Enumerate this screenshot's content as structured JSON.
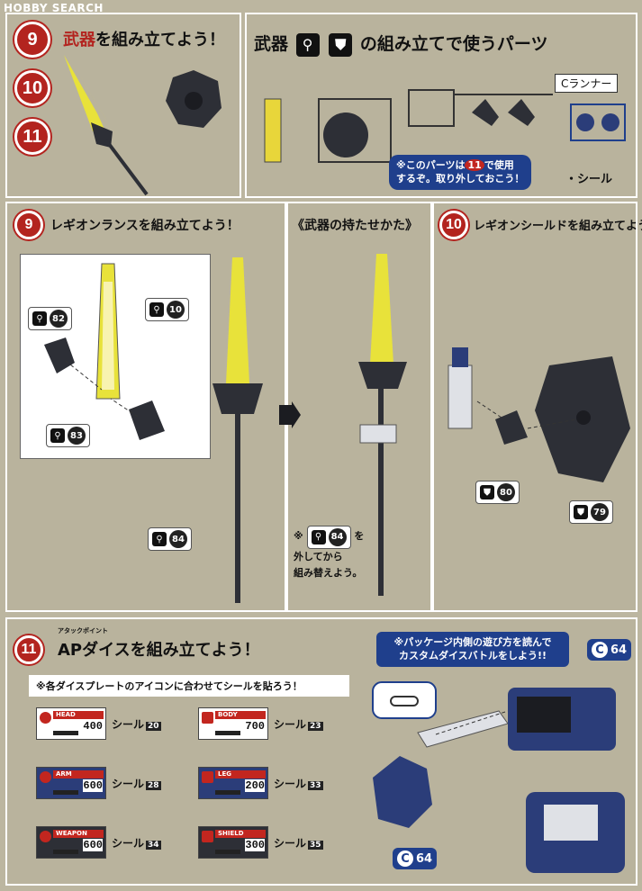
{
  "watermark": "HOBBY SEARCH",
  "top_panel": {
    "steps": [
      "9",
      "10",
      "11"
    ],
    "title_prefix": "武器",
    "title_suffix": "を組み立てよう！",
    "parts_title_prefix": "武器",
    "parts_title_mid": "の組み立てで使うパーツ",
    "runner_label": "Cランナー",
    "note_line1_pre": "※このパーツは",
    "note_step": "11",
    "note_line1_post": "で使用",
    "note_line2": "するぞ。取り外しておこう！",
    "seal_label": "・シール"
  },
  "step9": {
    "number": "9",
    "title": "レギオンランスを組み立てよう！",
    "callouts": {
      "c10": "10",
      "c82": "82",
      "c83": "83",
      "c84": "84"
    }
  },
  "hold": {
    "title": "《武器の持たせかた》",
    "note_num": "84",
    "note_pre": "※",
    "note_post": "を",
    "note_line2": "外してから",
    "note_line3": "組み替えよう。"
  },
  "step10": {
    "number": "10",
    "title": "レギオンシールドを組み立てよう！",
    "c80": "80",
    "c79": "79"
  },
  "step11": {
    "number": "11",
    "title": "APダイスを組み立てよう！",
    "ruby": "アタックポイント",
    "seal_instruction": "※各ダイスプレートのアイコンに合わせてシールを貼ろう！",
    "package_note_line1": "※パッケージ内側の遊び方を読んで",
    "package_note_line2": "カスタムダイスバトルをしよう!!",
    "c64_top": "64",
    "c64_bottom": "64",
    "c_letter": "C",
    "stickers": [
      {
        "cap": "HEAD",
        "value": "400",
        "label": "シール",
        "no": "20",
        "color": "#c2261f"
      },
      {
        "cap": "BODY",
        "value": "700",
        "label": "シール",
        "no": "23",
        "color": "#c2261f"
      },
      {
        "cap": "ARM",
        "value": "600",
        "label": "シール",
        "no": "28",
        "color": "#c2261f"
      },
      {
        "cap": "LEG",
        "value": "200",
        "label": "シール",
        "no": "33",
        "color": "#c2261f"
      },
      {
        "cap": "WEAPON",
        "value": "600",
        "label": "シール",
        "no": "34",
        "color": "#c2261f"
      },
      {
        "cap": "SHIELD",
        "value": "300",
        "label": "シール",
        "no": "35",
        "color": "#c2261f"
      }
    ]
  },
  "colors": {
    "accent_red": "#b3241f",
    "accent_blue": "#1f3f8c",
    "panel_bg": "#b9b39d"
  }
}
